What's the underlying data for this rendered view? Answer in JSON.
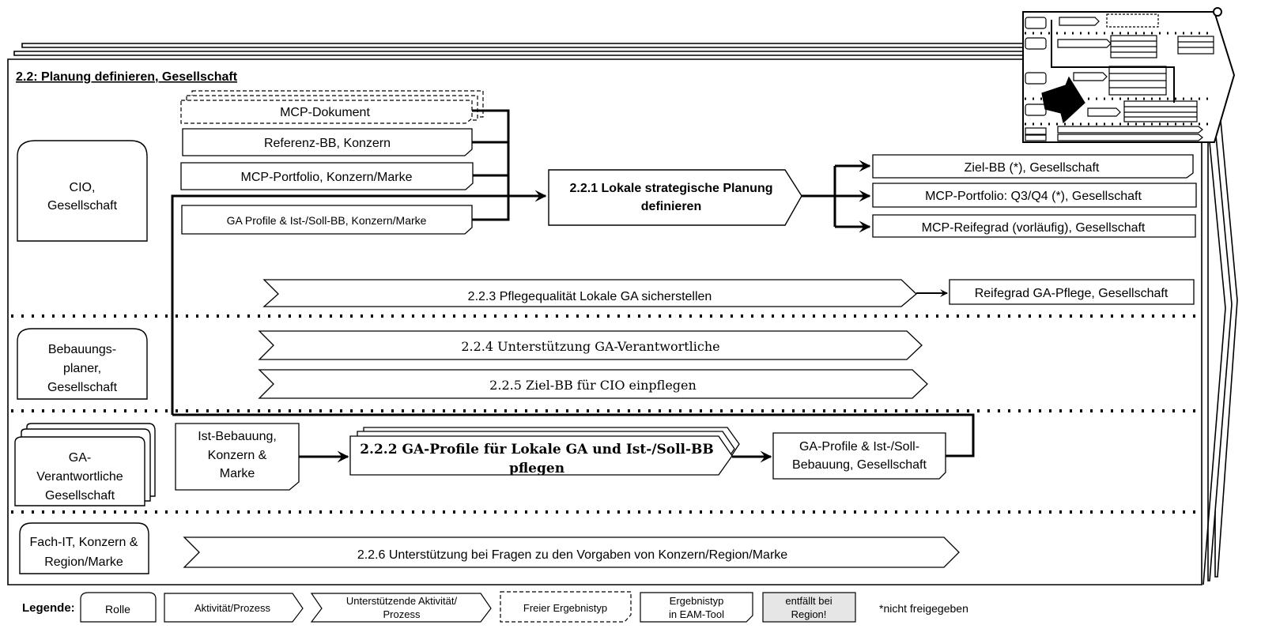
{
  "title": "2.2: Planung definieren, Gesellschaft",
  "roles": {
    "cio": [
      "CIO,",
      "Gesellschaft"
    ],
    "bebauungsplaner": [
      "Bebauungs-",
      "planer,",
      "Gesellschaft"
    ],
    "ga": [
      "GA-",
      "Verantwortliche",
      "Gesellschaft"
    ],
    "fachit": [
      "Fach-IT, Konzern &",
      "Region/Marke"
    ]
  },
  "inputs": {
    "mcp_dokument": "MCP-Dokument",
    "referenz_bb": "Referenz-BB, Konzern",
    "mcp_portfolio": "MCP-Portfolio, Konzern/Marke",
    "ga_profile": "GA Profile & Ist-/Soll-BB, Konzern/Marke",
    "ist_bebauung": [
      "Ist-Bebauung,",
      "Konzern &",
      "Marke"
    ]
  },
  "activities": {
    "a221": [
      "2.2.1 Lokale strategische Planung",
      "definieren"
    ],
    "a222": [
      "2.2.2 GA-Profile für Lokale GA und Ist-/Soll-BB",
      "pflegen"
    ]
  },
  "support_activities": {
    "s223": "2.2.3 Pflegequalität Lokale GA sicherstellen",
    "s224": "2.2.4 Unterstützung GA-Verantwortliche",
    "s225": "2.2.5 Ziel-BB für CIO einpflegen",
    "s226": "2.2.6 Unterstützung bei Fragen zu den Vorgaben von Konzern/Region/Marke"
  },
  "outputs": {
    "ziel_bb": "Ziel-BB (*), Gesellschaft",
    "mcp_portfolio_q": "MCP-Portfolio: Q3/Q4 (*), Gesellschaft",
    "mcp_reifegrad": "MCP-Reifegrad (vorläufig), Gesellschaft",
    "reifegrad_ga": "Reifegrad GA-Pflege, Gesellschaft",
    "ga_profile_out": [
      "GA-Profile & Ist-/Soll-",
      "Bebauung, Gesellschaft"
    ]
  },
  "legend": {
    "label": "Legende:",
    "rolle": "Rolle",
    "aktivitaet": "Aktivität/Prozess",
    "unterstuetzend": [
      "Unterstützende Aktivität/",
      "Prozess"
    ],
    "freier": "Freier Ergebnistyp",
    "ergebnistyp": [
      "Ergebnistyp",
      "in EAM-Tool"
    ],
    "entfaellt": [
      "entfällt bei",
      "Region!"
    ],
    "note": "*nicht freigegeben"
  }
}
